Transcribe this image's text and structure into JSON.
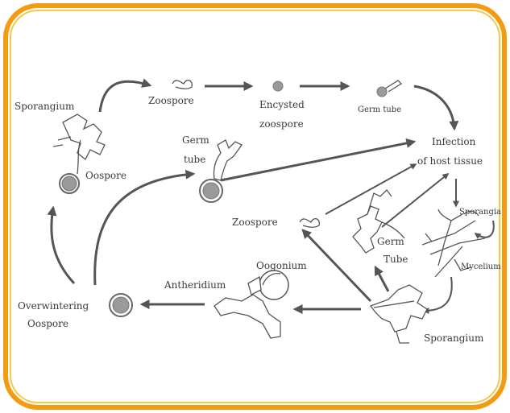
{
  "colors": {
    "frame_outer": "#f39c12",
    "frame_inner": "#f7c948",
    "arrow": "#555555",
    "spore_fill": "#9a9a9a",
    "oospore_ring": "#6b6b6b"
  },
  "labels": {
    "sporangium_top": "Sporangium",
    "zoospore_top": "Zoospore",
    "encysted_line1": "Encysted",
    "encysted_line2": "zoospore",
    "germ_tube_top": "Germ tube",
    "infection_line1": "Infection",
    "infection_line2": "of host tissue",
    "oospore_left": "Oospore",
    "germ_tube_mid_line1": "Germ",
    "germ_tube_mid_line2": "tube",
    "zoospore_mid": "Zoospore",
    "sporangia": "Sporangia",
    "germ_tube_right_line1": "Germ",
    "germ_tube_right_line2": "Tube",
    "mycelium": "Mycelium",
    "oogonium": "Oogonium",
    "antheridium": "Antheridium",
    "overwintering_line1": "Overwintering",
    "overwintering_line2": "Oospore",
    "sporangium_bottom": "Sporangium"
  }
}
